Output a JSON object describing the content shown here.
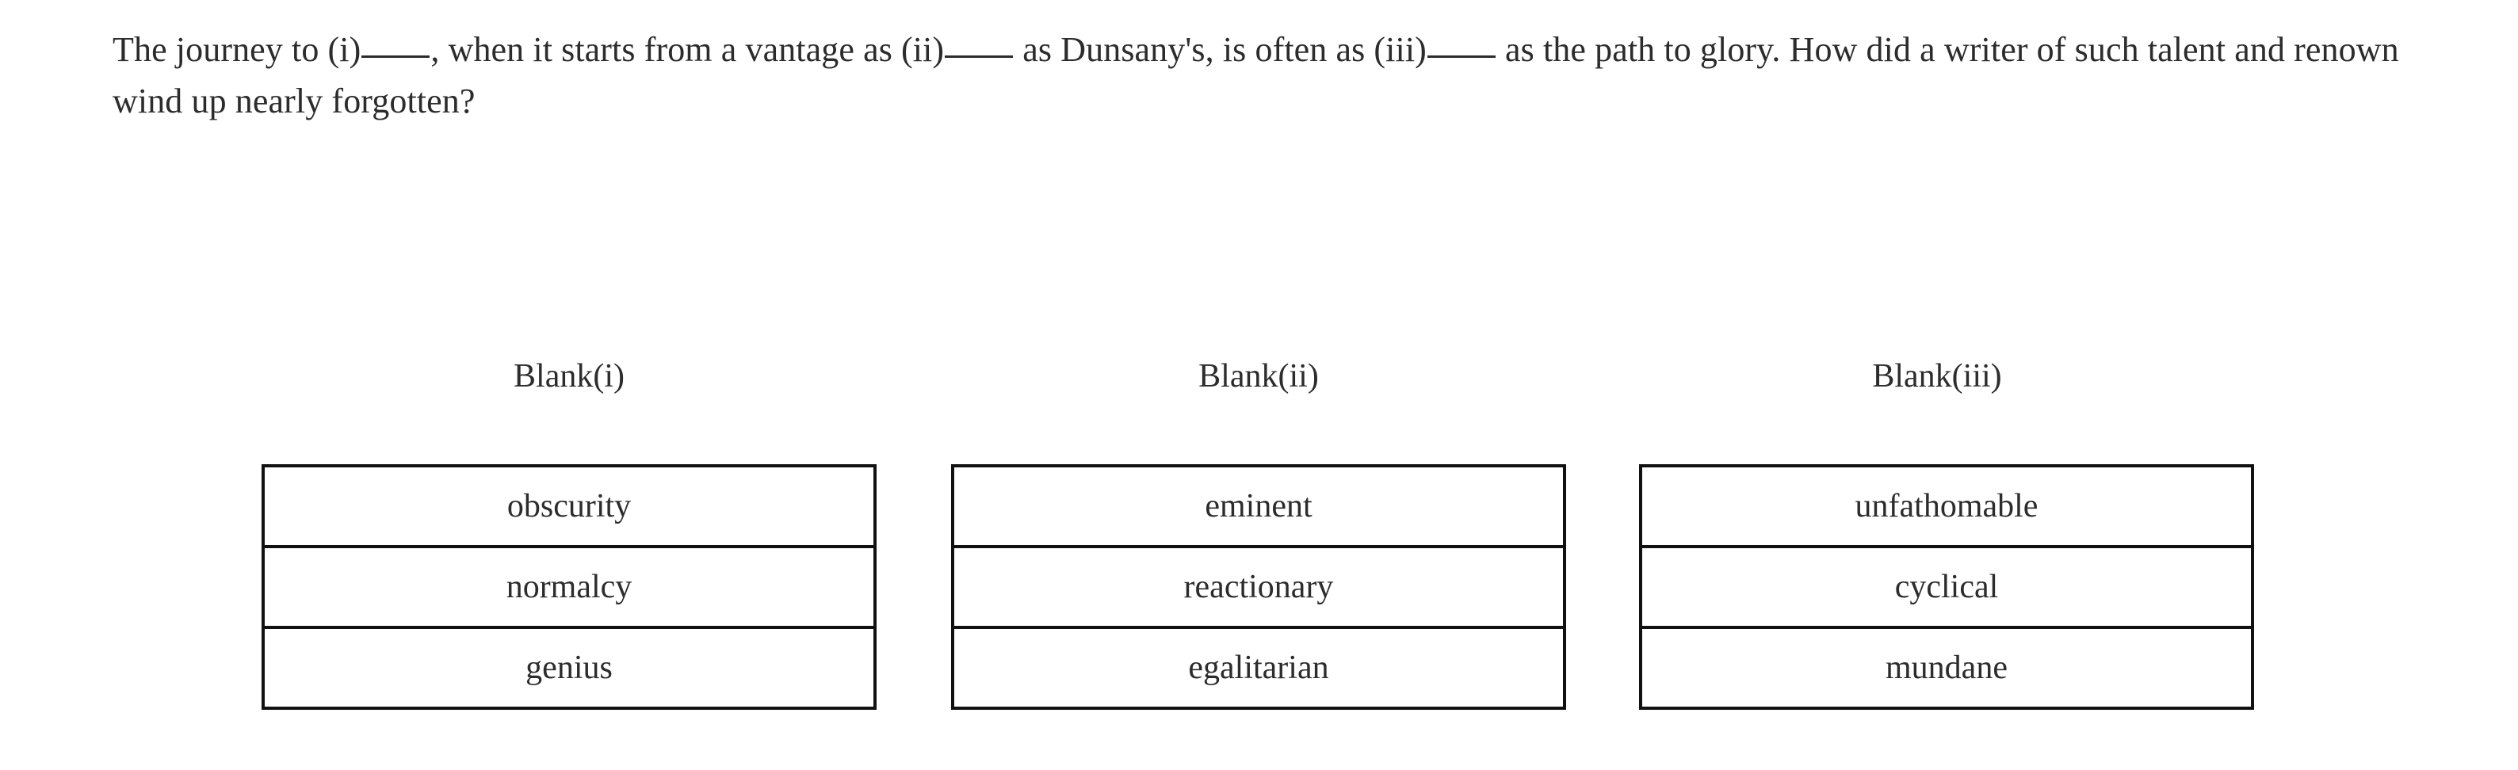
{
  "question": {
    "line1_part1": "The journey to (i)",
    "line1_part2": ", when it starts from a vantage as (ii)",
    "line1_part3": " as Dunsany's, is often as (iii)",
    "line1_part4": " as the path to glory. How did a writer of such talent and renown wind up nearly forgotten?",
    "full_text": "The journey to (i)_____, when it starts from a vantage as (ii)_____ as Dunsany's, is often as (iii)_____ as the path to glory. How did a writer of such talent and renown wind up nearly forgotten?"
  },
  "colors": {
    "text": "#2c2c2c",
    "border": "#111111",
    "background": "#ffffff"
  },
  "blanks": [
    {
      "header": "Blank(i)",
      "options": [
        "obscurity",
        "normalcy",
        "genius"
      ]
    },
    {
      "header": "Blank(ii)",
      "options": [
        "eminent",
        "reactionary",
        "egalitarian"
      ]
    },
    {
      "header": "Blank(iii)",
      "options": [
        "unfathomable",
        "cyclical",
        "mundane"
      ]
    }
  ]
}
